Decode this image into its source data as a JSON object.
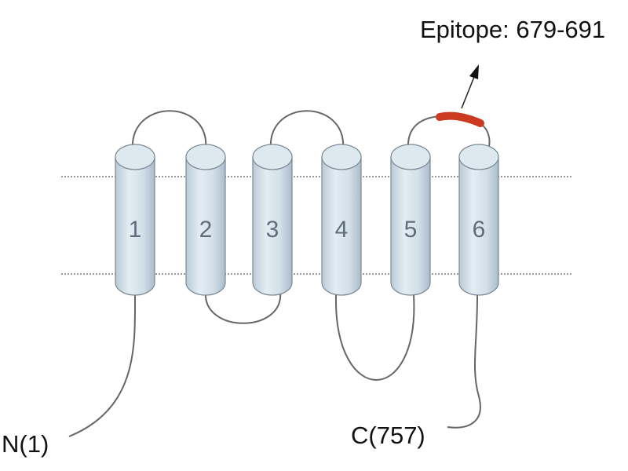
{
  "diagram": {
    "epitope_label": "Epitope: 679-691",
    "n_terminus_label": "N(1)",
    "c_terminus_label": "C(757)",
    "helices": [
      {
        "label": "1"
      },
      {
        "label": "2"
      },
      {
        "label": "3"
      },
      {
        "label": "4"
      },
      {
        "label": "5"
      },
      {
        "label": "6"
      }
    ],
    "colors": {
      "helix_fill": "#d3e0e9",
      "helix_stroke": "#7a8893",
      "loop": "#666666",
      "membrane_line": "#333333",
      "epitope": "#cc3b1f"
    }
  }
}
